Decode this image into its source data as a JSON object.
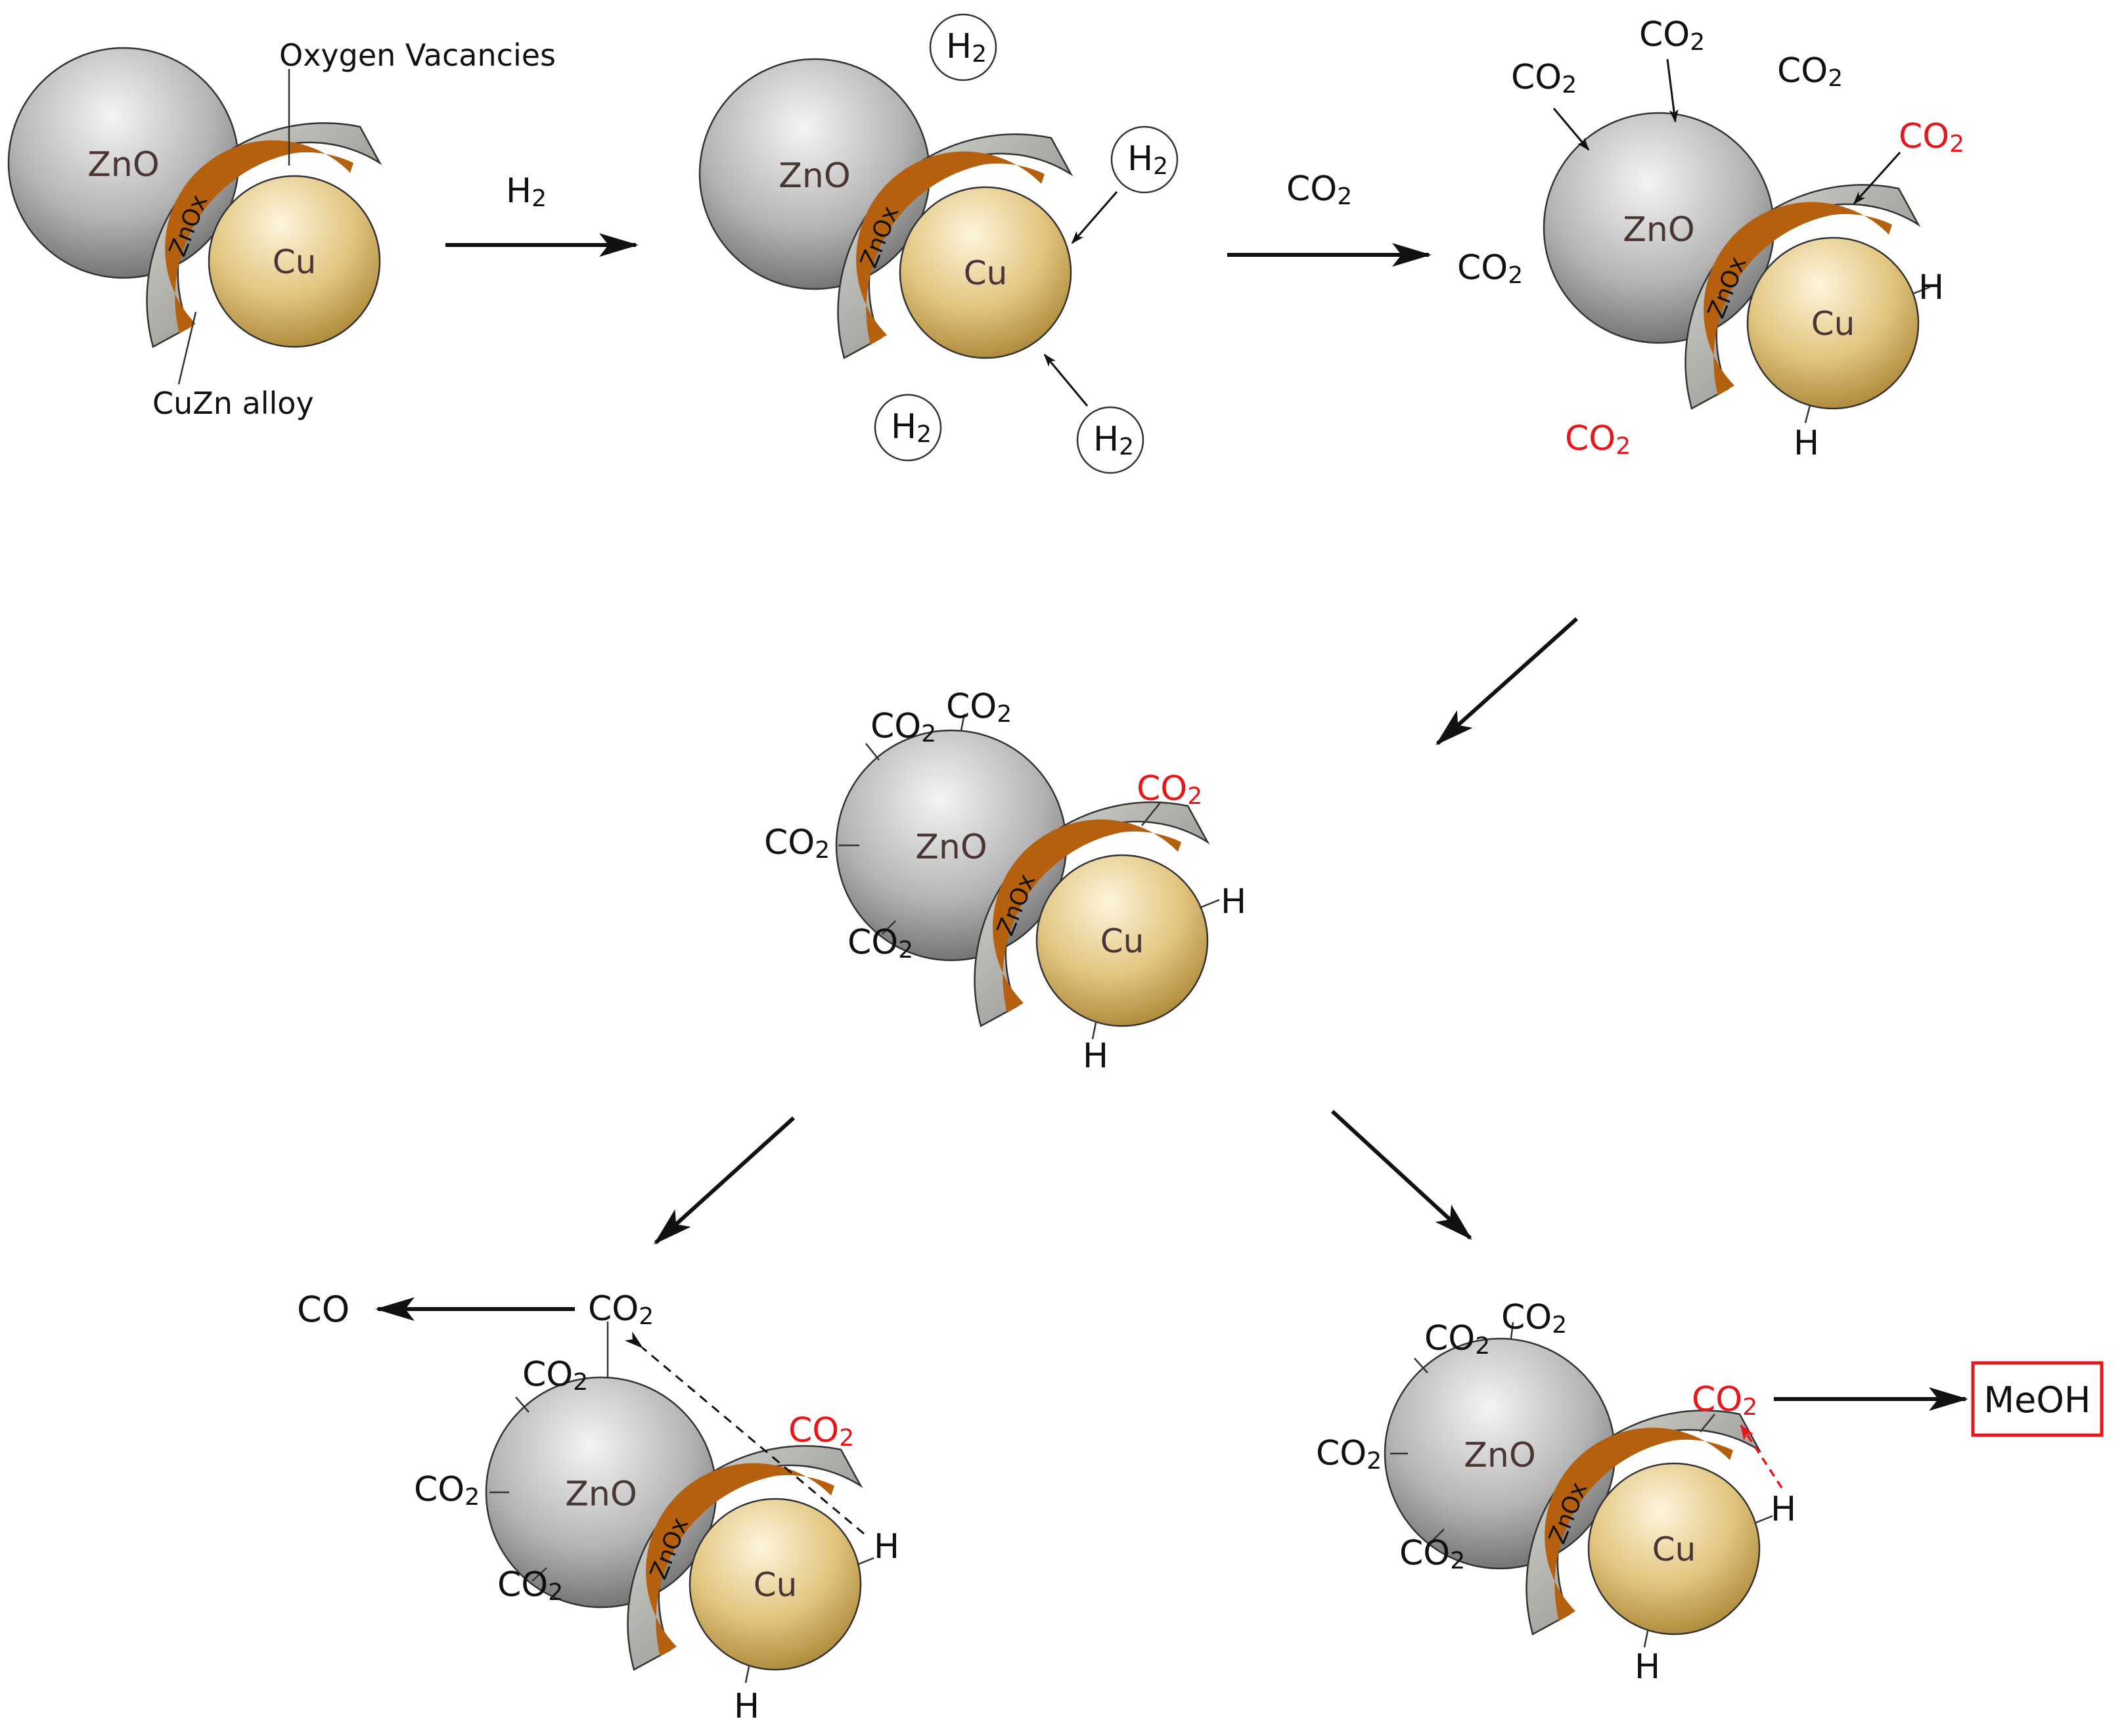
{
  "labels": {
    "zno": "ZnO",
    "znox": "ZnOx",
    "cu": "Cu",
    "oxygen_vacancies": "Oxygen Vacancies",
    "cuzn_alloy": "CuZn alloy",
    "h2_base": "H",
    "co2_base": "CO",
    "subscript_2": "2",
    "h_atom": "H",
    "co": "CO",
    "meoh": "MeOH"
  },
  "colors": {
    "zno_light": "#f2f2f2",
    "zno_dark": "#6b6b6b",
    "cu_light": "#fbf0cf",
    "cu_dark": "#b08a2e",
    "alloy": "#b5600f",
    "shell_light": "#d6d6d2",
    "shell_dark": "#7d7c78",
    "highlight_red": "#e8161b",
    "text": "#111111"
  }
}
